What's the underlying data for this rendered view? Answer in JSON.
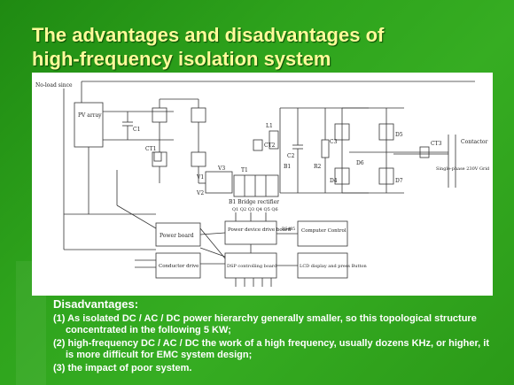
{
  "slide": {
    "title_line1": "The advantages and disadvantages of",
    "title_line2": "high-frequency isolation system"
  },
  "diagram": {
    "labels": {
      "no_load_sinc": "No-load since",
      "pv_array": "PV array",
      "c1": "C1",
      "ct1": "CT1",
      "l1": "L1",
      "v1": "V1",
      "v2": "V2",
      "v3": "V3",
      "ct2": "CT2",
      "t1": "T1",
      "b1": "B1",
      "c2": "C2",
      "r2": "R2",
      "c3": "C3",
      "d4": "D4",
      "d5": "D5",
      "d6": "D6",
      "d7": "D7",
      "ct3": "CT3",
      "contactor": "Contactor",
      "single_phase": "Single-phase 230V Grid",
      "bridge_rectifier": "B1 Bridge rectifier",
      "power_board": "Power board",
      "power_device_drive_board": "Power device drive board",
      "computer_control": "Computer Control",
      "conductor_drive": "Conductor drive",
      "dsp_board": "DSP controlling board",
      "lcd_display": "LCD display and press Button",
      "drive_labels": "Q1 Q2 Q3 Q4 Q5 Q6",
      "rs485": "RS485"
    }
  },
  "content": {
    "heading": "Disadvantages:",
    "items": [
      "(1) As isolated DC / AC / DC power hierarchy generally smaller, so this topological structure concentrated in the following 5 KW;",
      "(2) high-frequency DC / AC / DC the work of a high frequency, usually dozens KHz, or higher, it is more difficult for EMC system design;",
      "(3) the impact of poor system."
    ]
  }
}
